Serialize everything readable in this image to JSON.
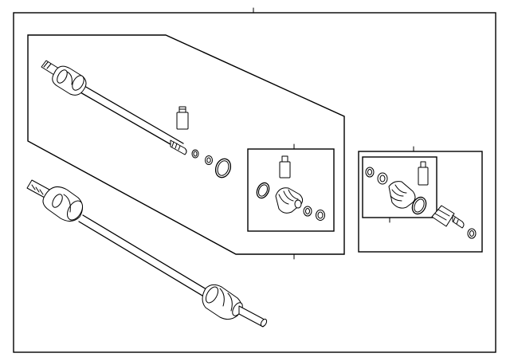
{
  "diagram": {
    "kind": "exploded-parts-diagram",
    "colors": {
      "line": "#000000",
      "background": "#ffffff"
    },
    "parts": [
      {
        "id": "upper-axle-shaft",
        "icon": "axle-shaft-icon"
      },
      {
        "id": "lower-axle-shaft",
        "icon": "axle-shaft-icon"
      },
      {
        "id": "grease-tube-upper",
        "icon": "grease-tube-icon"
      },
      {
        "id": "grease-tube-inner-kit",
        "icon": "grease-tube-icon"
      },
      {
        "id": "grease-tube-outer-kit",
        "icon": "grease-tube-icon"
      },
      {
        "id": "inner-boot",
        "icon": "cv-boot-icon"
      },
      {
        "id": "outer-boot",
        "icon": "cv-boot-icon"
      },
      {
        "id": "outer-cv-joint",
        "icon": "cv-joint-icon"
      },
      {
        "id": "clamp-rings",
        "icon": "clamp-ring-icon"
      }
    ]
  }
}
